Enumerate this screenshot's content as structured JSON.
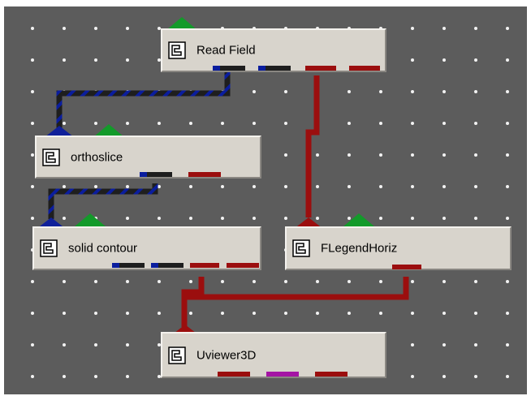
{
  "modules": {
    "read_field": {
      "label": "Read Field"
    },
    "orthoslice": {
      "label": "orthoslice"
    },
    "solid_contour": {
      "label": "solid contour"
    },
    "flegend_horiz": {
      "label": "FLegendHoriz"
    },
    "uviewer3d": {
      "label": "Uviewer3D"
    }
  },
  "icons": {
    "module_icon": "module-icon"
  },
  "colors": {
    "canvas": "#5c5c5c",
    "dot": "#f2f2f2",
    "module_face": "#d8d4cc",
    "field_port": "#1e1e1e",
    "field_port_stripe": "#0a1d9e",
    "render_port": "#9b0e0e",
    "parameter_port": "#139a2a",
    "view_port": "#a414a4"
  }
}
